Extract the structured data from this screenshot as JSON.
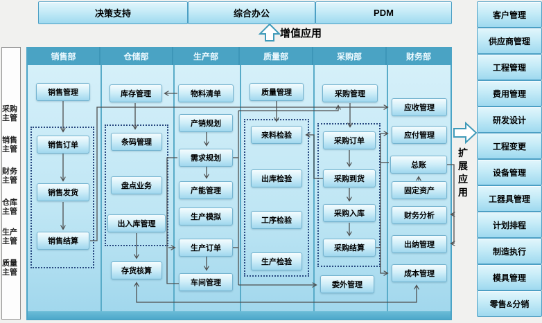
{
  "top_apps": [
    "决策支持",
    "综合办公",
    "PDM"
  ],
  "banners": {
    "value_added": "增值应用",
    "extended": "扩展应用"
  },
  "left_roles": [
    "采购主管",
    "销售主管",
    "财务主管",
    "仓库主管",
    "生产主管",
    "质量主管"
  ],
  "departments": [
    "销售部",
    "仓储部",
    "生产部",
    "质量部",
    "采购部",
    "财务部"
  ],
  "modules": {
    "sales": [
      "销售管理",
      "销售订单",
      "销售发货",
      "销售结算"
    ],
    "warehouse": [
      "库存管理",
      "条码管理",
      "盘点业务",
      "出入库管理",
      "存货核算"
    ],
    "production": [
      "物料清单",
      "产销规划",
      "需求规划",
      "产能管理",
      "生产模拟",
      "生产订单",
      "车间管理"
    ],
    "quality": [
      "质量管理",
      "来料检验",
      "出库检验",
      "工序检验",
      "生产检验"
    ],
    "purchase": [
      "采购管理",
      "采购订单",
      "采购到货",
      "采购入库",
      "采购结算",
      "委外管理"
    ],
    "finance": [
      "应收管理",
      "应付管理",
      "总账",
      "固定资产",
      "财务分析",
      "出纳管理",
      "成本管理"
    ]
  },
  "right_apps": [
    "客户管理",
    "供应商管理",
    "工程管理",
    "费用管理",
    "研发设计",
    "工程变更",
    "设备管理",
    "工器具管理",
    "计划排程",
    "制造执行",
    "模具管理",
    "零售&分销"
  ],
  "colors": {
    "accent": "#4ba4c6",
    "header": "#4aa3c4",
    "dotted_border": "#27477f",
    "connector": "#4d4d4d",
    "node_border": "#74b3cf"
  }
}
